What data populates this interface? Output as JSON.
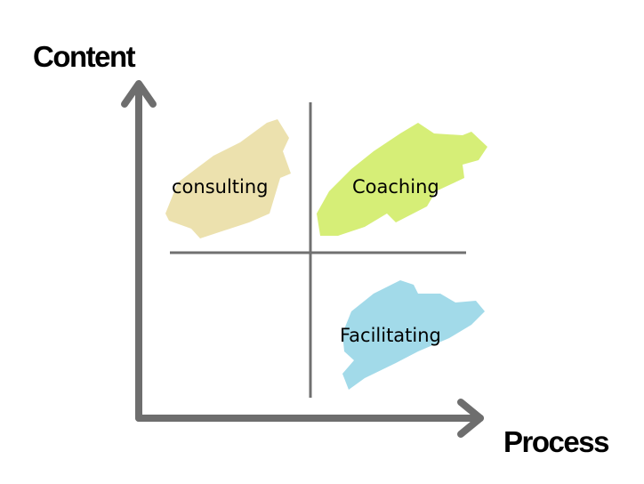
{
  "axes": {
    "y_label": "Content",
    "x_label": "Process"
  },
  "quadrants": [
    {
      "label": "consulting",
      "position": "top-left",
      "color": "#ebdfaa"
    },
    {
      "label": "Coaching",
      "position": "top-right",
      "color": "#d4ed70"
    },
    {
      "label": "Facilitating",
      "position": "bottom-right",
      "color": "#9dd8e8"
    }
  ],
  "colors": {
    "axis": "#6e6e6e",
    "divider": "#707070"
  }
}
